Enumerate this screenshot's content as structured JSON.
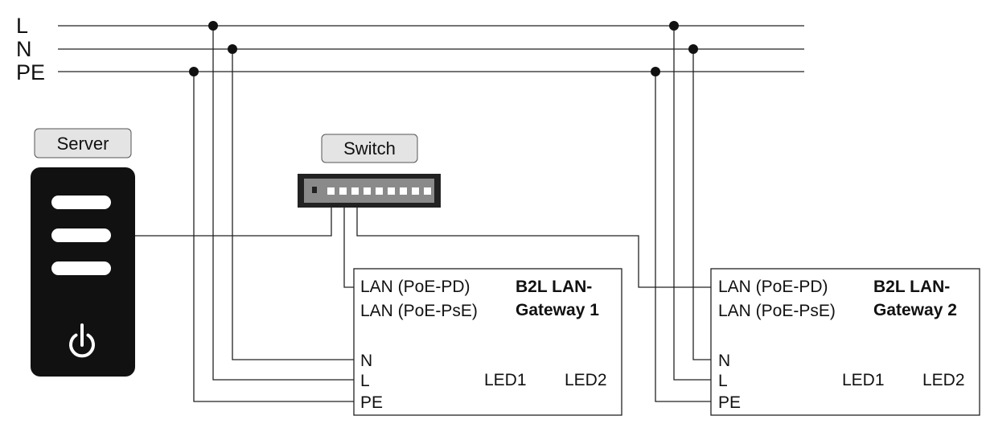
{
  "bus": {
    "l_label": "L",
    "n_label": "N",
    "pe_label": "PE"
  },
  "server": {
    "label": "Server"
  },
  "switch": {
    "label": "Switch"
  },
  "gateway1": {
    "title_line1": "B2L LAN-",
    "title_line2": "Gateway 1",
    "port_lan_pd": "LAN (PoE-PD)",
    "port_lan_pse": "LAN (PoE-PsE)",
    "port_n": "N",
    "port_l": "L",
    "port_pe": "PE",
    "led1": "LED1",
    "led2": "LED2"
  },
  "gateway2": {
    "title_line1": "B2L LAN-",
    "title_line2": "Gateway 2",
    "port_lan_pd": "LAN (PoE-PD)",
    "port_lan_pse": "LAN (PoE-PsE)",
    "port_n": "N",
    "port_l": "L",
    "port_pe": "PE",
    "led1": "LED1",
    "led2": "LED2"
  },
  "colors": {
    "line": "#222222",
    "device_dark": "#111111",
    "tag_fill": "#e4e4e4"
  },
  "icons": {
    "server": "server-tower-icon",
    "power": "power-icon",
    "switch": "network-switch-icon"
  }
}
